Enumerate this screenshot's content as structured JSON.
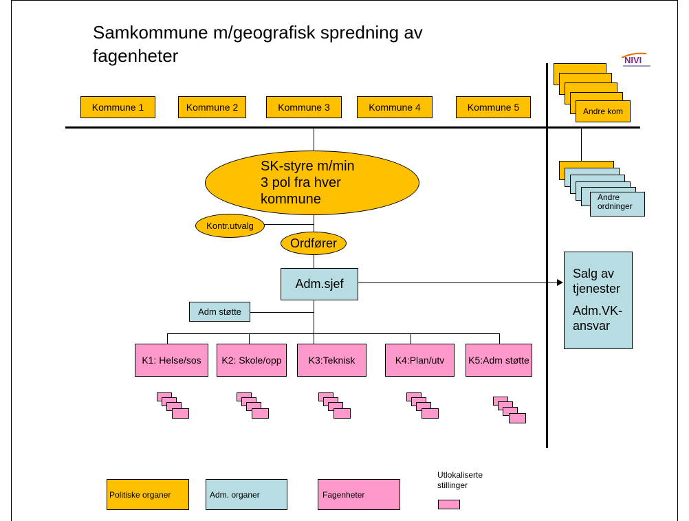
{
  "title": "Samkommune m/geografisk spredning av fagenheter",
  "logo_text": "NIVI",
  "municipalities": [
    "Kommune 1",
    "Kommune 2",
    "Kommune 3",
    "Kommune 4",
    "Kommune 5"
  ],
  "other_municipalities": "Andre kom",
  "board": "SK-styre m/min 3 pol fra hver kommune",
  "control_committee": "Kontr.utvalg",
  "mayor": "Ordfører",
  "chief_admin": "Adm.sjef",
  "admin_support": "Adm støtte",
  "other_arrangements": "Andre ordninger",
  "services_box": {
    "line1": "Salg av tjenester",
    "line2": "Adm.VK-ansvar"
  },
  "units": [
    "K1: Helse/sos",
    "K2: Skole/opp",
    "K3:Teknisk",
    "K4:Plan/utv",
    "K5:Adm støtte"
  ],
  "legend": {
    "political": "Politiske organer",
    "admin": "Adm. organer",
    "units": "Fagenheter",
    "relocated": "Utlokaliserte stillinger"
  },
  "colors": {
    "political": "#FFC000",
    "admin": "#B7DDE3",
    "units": "#FF99CC"
  }
}
